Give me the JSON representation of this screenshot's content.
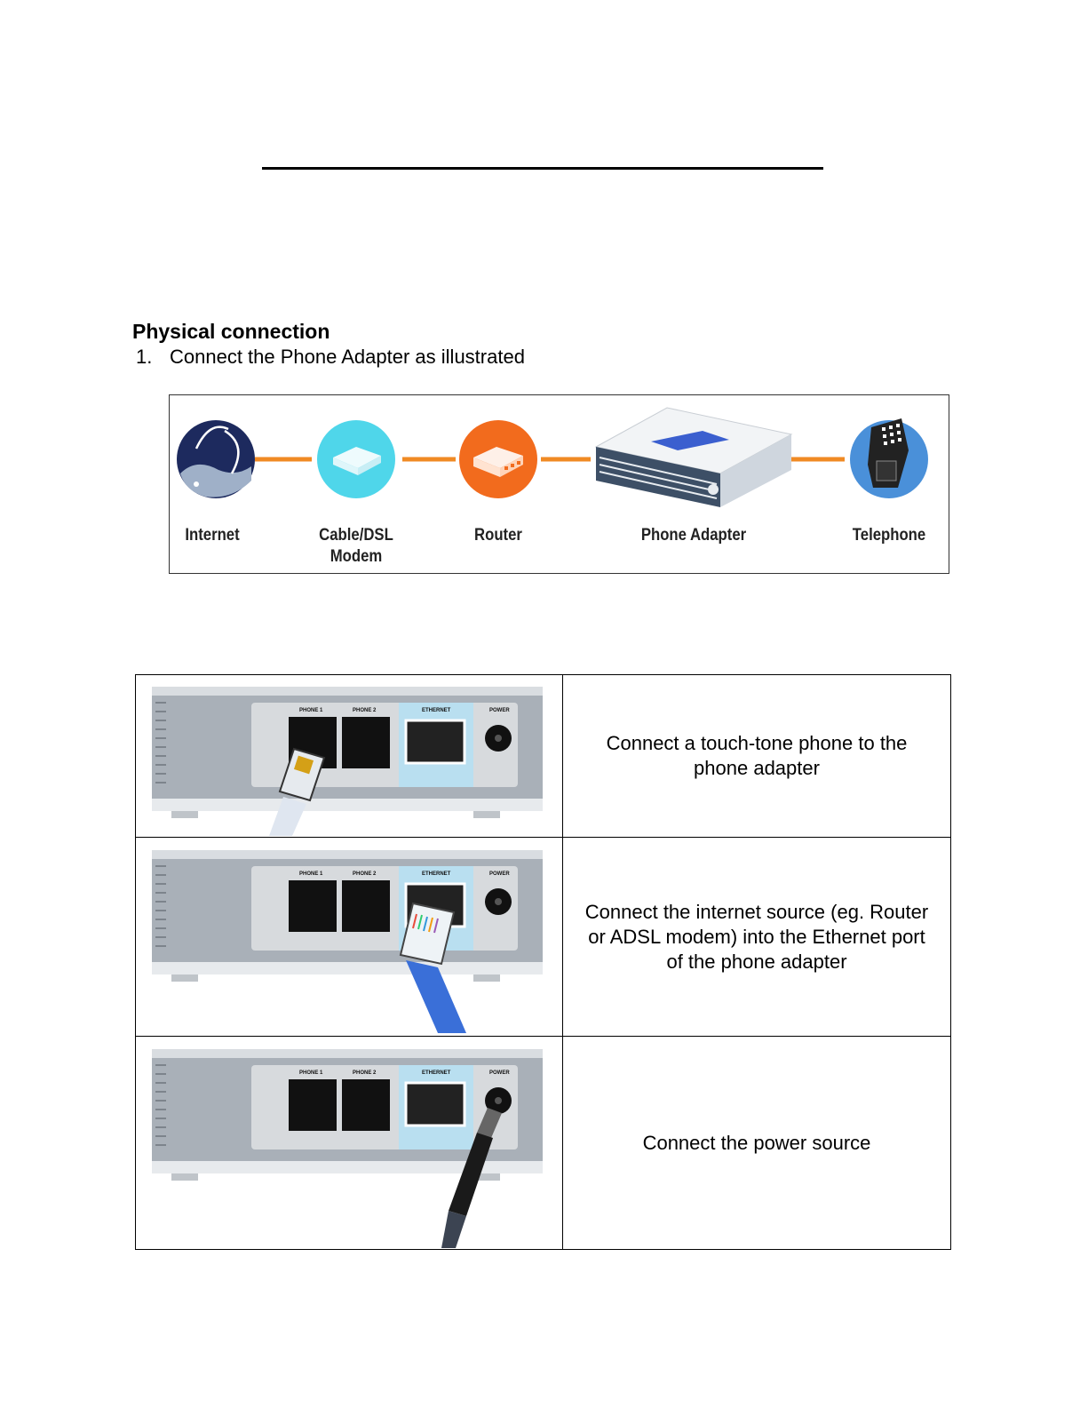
{
  "heading": "Physical connection",
  "step": {
    "number": "1.",
    "text": "Connect the Phone Adapter as illustrated"
  },
  "diagram": {
    "nodes": [
      {
        "label": "Internet",
        "icon": "globe-icon",
        "color": "#1d2a5e"
      },
      {
        "label": "Cable/DSL",
        "label2": "Modem",
        "icon": "modem-icon",
        "color": "#4fd6ea"
      },
      {
        "label": "Router",
        "icon": "router-icon",
        "color": "#f26b1d"
      },
      {
        "label": "Phone Adapter",
        "icon": "phone-adapter-icon",
        "color": "#b9c2cc"
      },
      {
        "label": "Telephone",
        "icon": "telephone-icon",
        "color": "#4a90d9"
      }
    ],
    "connector_color": "#f08a24"
  },
  "device_ports": {
    "phone1": "PHONE 1",
    "phone2": "PHONE 2",
    "ethernet": "ETHERNET",
    "power": "POWER"
  },
  "instructions": [
    {
      "text": "Connect a touch-tone phone to the phone adapter"
    },
    {
      "text": "Connect the internet source (eg. Router or ADSL modem) into the Ethernet port of the phone adapter"
    },
    {
      "text": "Connect the power source"
    }
  ]
}
